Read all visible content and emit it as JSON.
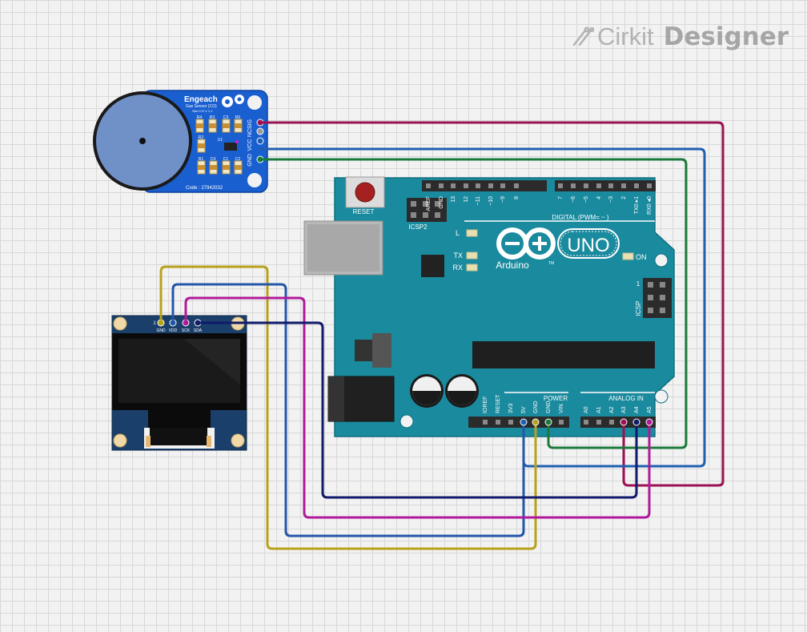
{
  "brand": {
    "name1": "Cirkit",
    "name2": "Designer",
    "icon": "cirkit-logo-icon"
  },
  "gas_sensor": {
    "brand": "Engeach",
    "subtitle": "Gas Sensor (CO)",
    "small": "Sits+CO V 1.1",
    "code": "Code : 27942032",
    "components": [
      "R4",
      "R3",
      "C3",
      "R5",
      "R2",
      "U1",
      "R1",
      "C4",
      "C1",
      "C2"
    ],
    "pins": [
      "SIG",
      "NC",
      "VCC",
      "GND"
    ]
  },
  "oled": {
    "pin_marker": "1",
    "pins": [
      "GND",
      "VDD",
      "SCK",
      "SDA"
    ]
  },
  "arduino": {
    "reset_label": "RESET",
    "icsp2_label": "ICSP2",
    "icsp_label": "ICSP",
    "icsp_pin1": "1",
    "brand": "Arduino",
    "model": "UNO",
    "tm": "TM",
    "on_label": "ON",
    "led_l": "L",
    "led_tx": "TX",
    "led_rx": "RX",
    "digital_label": "DIGITAL (PWM= ~ )",
    "top_pins": [
      "AREF",
      "GND",
      "13",
      "12",
      "~11",
      "~10",
      "~9",
      "8"
    ],
    "top_pins2": [
      "7",
      "~6",
      "~5",
      "4",
      "~3",
      "2",
      "TX0 ▸1",
      "RX0 ◂0"
    ],
    "power_label": "POWER",
    "analog_label": "ANALOG IN",
    "power_pins": [
      "IOREF",
      "RESET",
      "3V3",
      "5V",
      "GND",
      "GND",
      "VIN"
    ],
    "analog_pins": [
      "A0",
      "A1",
      "A2",
      "A3",
      "A4",
      "A5"
    ]
  },
  "wires": [
    {
      "from": "gas_sensor.SIG",
      "to": "arduino.A3",
      "color": "#9b1152"
    },
    {
      "from": "gas_sensor.VCC",
      "to": "arduino.5V",
      "color": "#1f5fb0"
    },
    {
      "from": "gas_sensor.GND",
      "to": "arduino.GND",
      "color": "#1a7a3a"
    },
    {
      "from": "oled.GND",
      "to": "arduino.GND",
      "color": "#b8a21c"
    },
    {
      "from": "oled.VDD",
      "to": "arduino.5V",
      "color": "#2356a8"
    },
    {
      "from": "oled.SCK",
      "to": "arduino.A5",
      "color": "#b01a9a"
    },
    {
      "from": "oled.SDA",
      "to": "arduino.A4",
      "color": "#101a6a"
    }
  ]
}
